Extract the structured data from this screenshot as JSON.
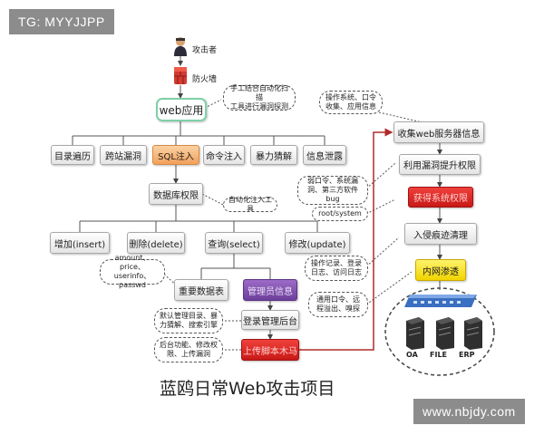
{
  "watermarks": {
    "top_left": "TG: MYYJJPP",
    "bottom_right": "www.nbjdy.com"
  },
  "caption": "蓝鸥日常Web攻击项目",
  "nodes": {
    "attacker": "攻击者",
    "firewall": "防火墙",
    "web_app": "web应用",
    "dir_traversal": "目录遍历",
    "xss": "跨站漏洞",
    "sqli": "SQL注入",
    "cmd_injection": "命令注入",
    "brute_force": "暴力猜解",
    "info_leak": "信息泄露",
    "db_privilege": "数据库权限",
    "insert": "增加(insert)",
    "delete": "删除(delete)",
    "select": "查询(select)",
    "update": "修改(update)",
    "important_tables": "重要数据表",
    "admin_info": "管理员信息",
    "login_admin": "登录管理后台",
    "upload_trojan": "上传脚本木马",
    "collect_server_info": "收集web服务器信息",
    "exploit_privesc": "利用漏洞提升权限",
    "os_privilege": "获得系统权限",
    "trace_cleanup": "入侵痕迹清理",
    "lateral_movement": "内网渗透",
    "server_oa": "OA",
    "server_file": "FILE",
    "server_erp": "ERP"
  },
  "notes": {
    "scan": "手工结合自动化扫描\n工具进行漏洞探测",
    "os_info": "操作系统、口令\n收集、应用信息",
    "auto_inject": "自动化注入工具",
    "weak_pass": "弱口令、系统漏\n洞、第三方软件bug",
    "root": "root/system",
    "fields": "amount、price、\nuserinfo、passwd",
    "logs": "操作记录、登录\n日志、访问日志",
    "default_admin": "默认管理目录、暴\n力猜解、搜索引擎",
    "lateral": "通用口令、远\n程溢出、嗅探",
    "backend": "后台功能、修改权\n限、上传漏洞"
  }
}
